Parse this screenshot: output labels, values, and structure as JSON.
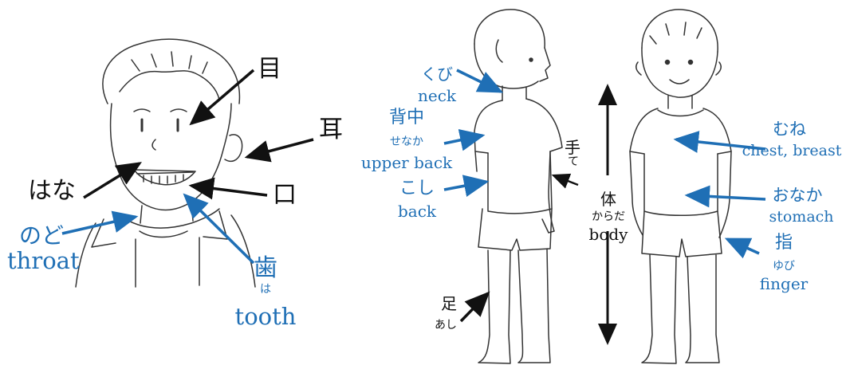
{
  "colors": {
    "accent": "#1f6fb5",
    "ink": "#111111"
  },
  "face_panel": {
    "me": "目",
    "mimi": "耳",
    "hana": "はな",
    "kuchi": "口",
    "nodo": "のど",
    "throat": "throat",
    "ha_kanji": "歯",
    "ha_kana": "は",
    "tooth": "tooth"
  },
  "body_panel": {
    "kubi": "くび",
    "neck": "neck",
    "senaka_kanji": "背中",
    "senaka_kana": "せなか",
    "upper_back": "upper back",
    "koshi": "こし",
    "back": "back",
    "te_1": "手",
    "te_2": "て",
    "karada_kanji": "体",
    "karada_kana": "からだ",
    "body": "body",
    "ashi_kanji": "足",
    "ashi_kana": "あし",
    "mune": "むね",
    "chest": "chest, breast",
    "onaka": "おなか",
    "stomach": "stomach",
    "yubi_kanji": "指",
    "yubi_kana": "ゆび",
    "finger": "finger"
  }
}
